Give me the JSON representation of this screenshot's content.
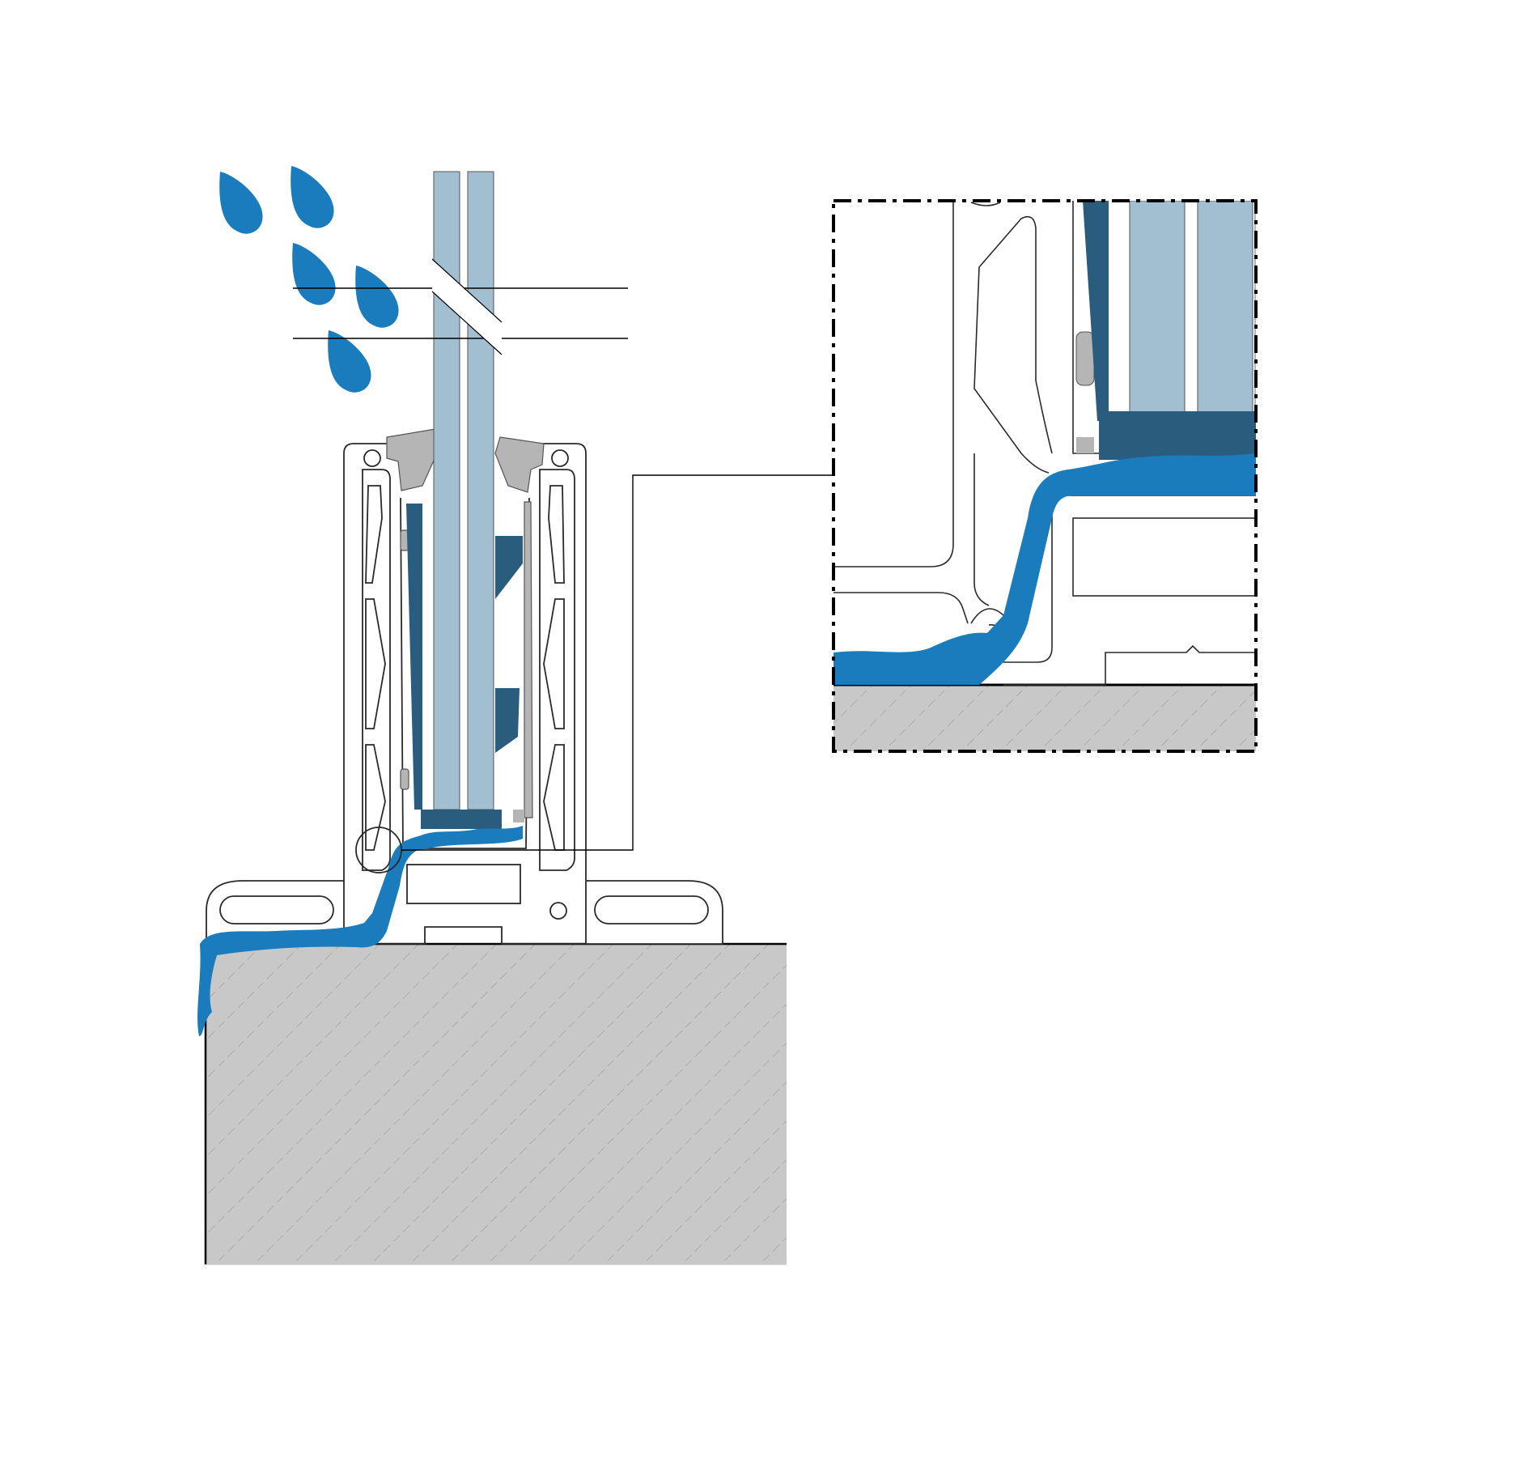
{
  "diagram": {
    "type": "technical cross-section",
    "labels": [],
    "elements": [
      "rain-drops",
      "glass-panel",
      "glass-break-symbol",
      "base-profile",
      "glazing-gaskets",
      "wedge-blocks",
      "water-drainage-path",
      "concrete-substrate",
      "detail-callout-circle",
      "leader-line",
      "detail-view-box"
    ]
  },
  "colors": {
    "water": "#1a7bbd",
    "glass": "#a2bfd1",
    "wedge": "#2a5c7e",
    "gasket": "#b5b5b5",
    "concrete": "#c8c8c8",
    "profile_stroke": "#2a2a2a",
    "frame": "#000000"
  }
}
